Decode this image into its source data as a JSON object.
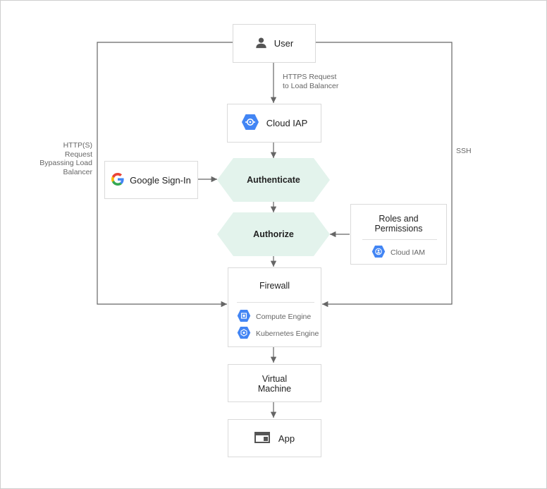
{
  "nodes": {
    "user": {
      "label": "User",
      "icon": "user-icon"
    },
    "cloud_iap": {
      "label": "Cloud IAP",
      "icon": "cloud-iap-hexagon-icon"
    },
    "google_signin": {
      "label": "Google Sign-In",
      "icon": "google-g-logo-icon"
    },
    "authenticate": {
      "label": "Authenticate"
    },
    "authorize": {
      "label": "Authorize"
    },
    "roles": {
      "title_line1": "Roles and",
      "title_line2": "Permissions",
      "service": {
        "label": "Cloud IAM",
        "icon": "cloud-iam-hexagon-icon"
      }
    },
    "firewall": {
      "title": "Firewall",
      "services": [
        {
          "label": "Compute Engine",
          "icon": "compute-engine-hexagon-icon"
        },
        {
          "label": "Kubernetes Engine",
          "icon": "kubernetes-engine-hexagon-icon"
        }
      ]
    },
    "vm": {
      "line1": "Virtual",
      "line2": "Machine"
    },
    "app": {
      "label": "App",
      "icon": "app-window-icon"
    }
  },
  "edge_labels": {
    "https_request": [
      "HTTPS Request",
      "to Load Balancer"
    ],
    "bypass": [
      "HTTP(S)",
      "Request",
      "Bypassing Load",
      "Balancer"
    ],
    "ssh": "SSH"
  },
  "colors": {
    "line": "#666666",
    "box_border": "#dadada",
    "diamond_fill": "#e3f3ec",
    "gcp_blue": "#4285f4",
    "icon_gray": "#555555"
  }
}
